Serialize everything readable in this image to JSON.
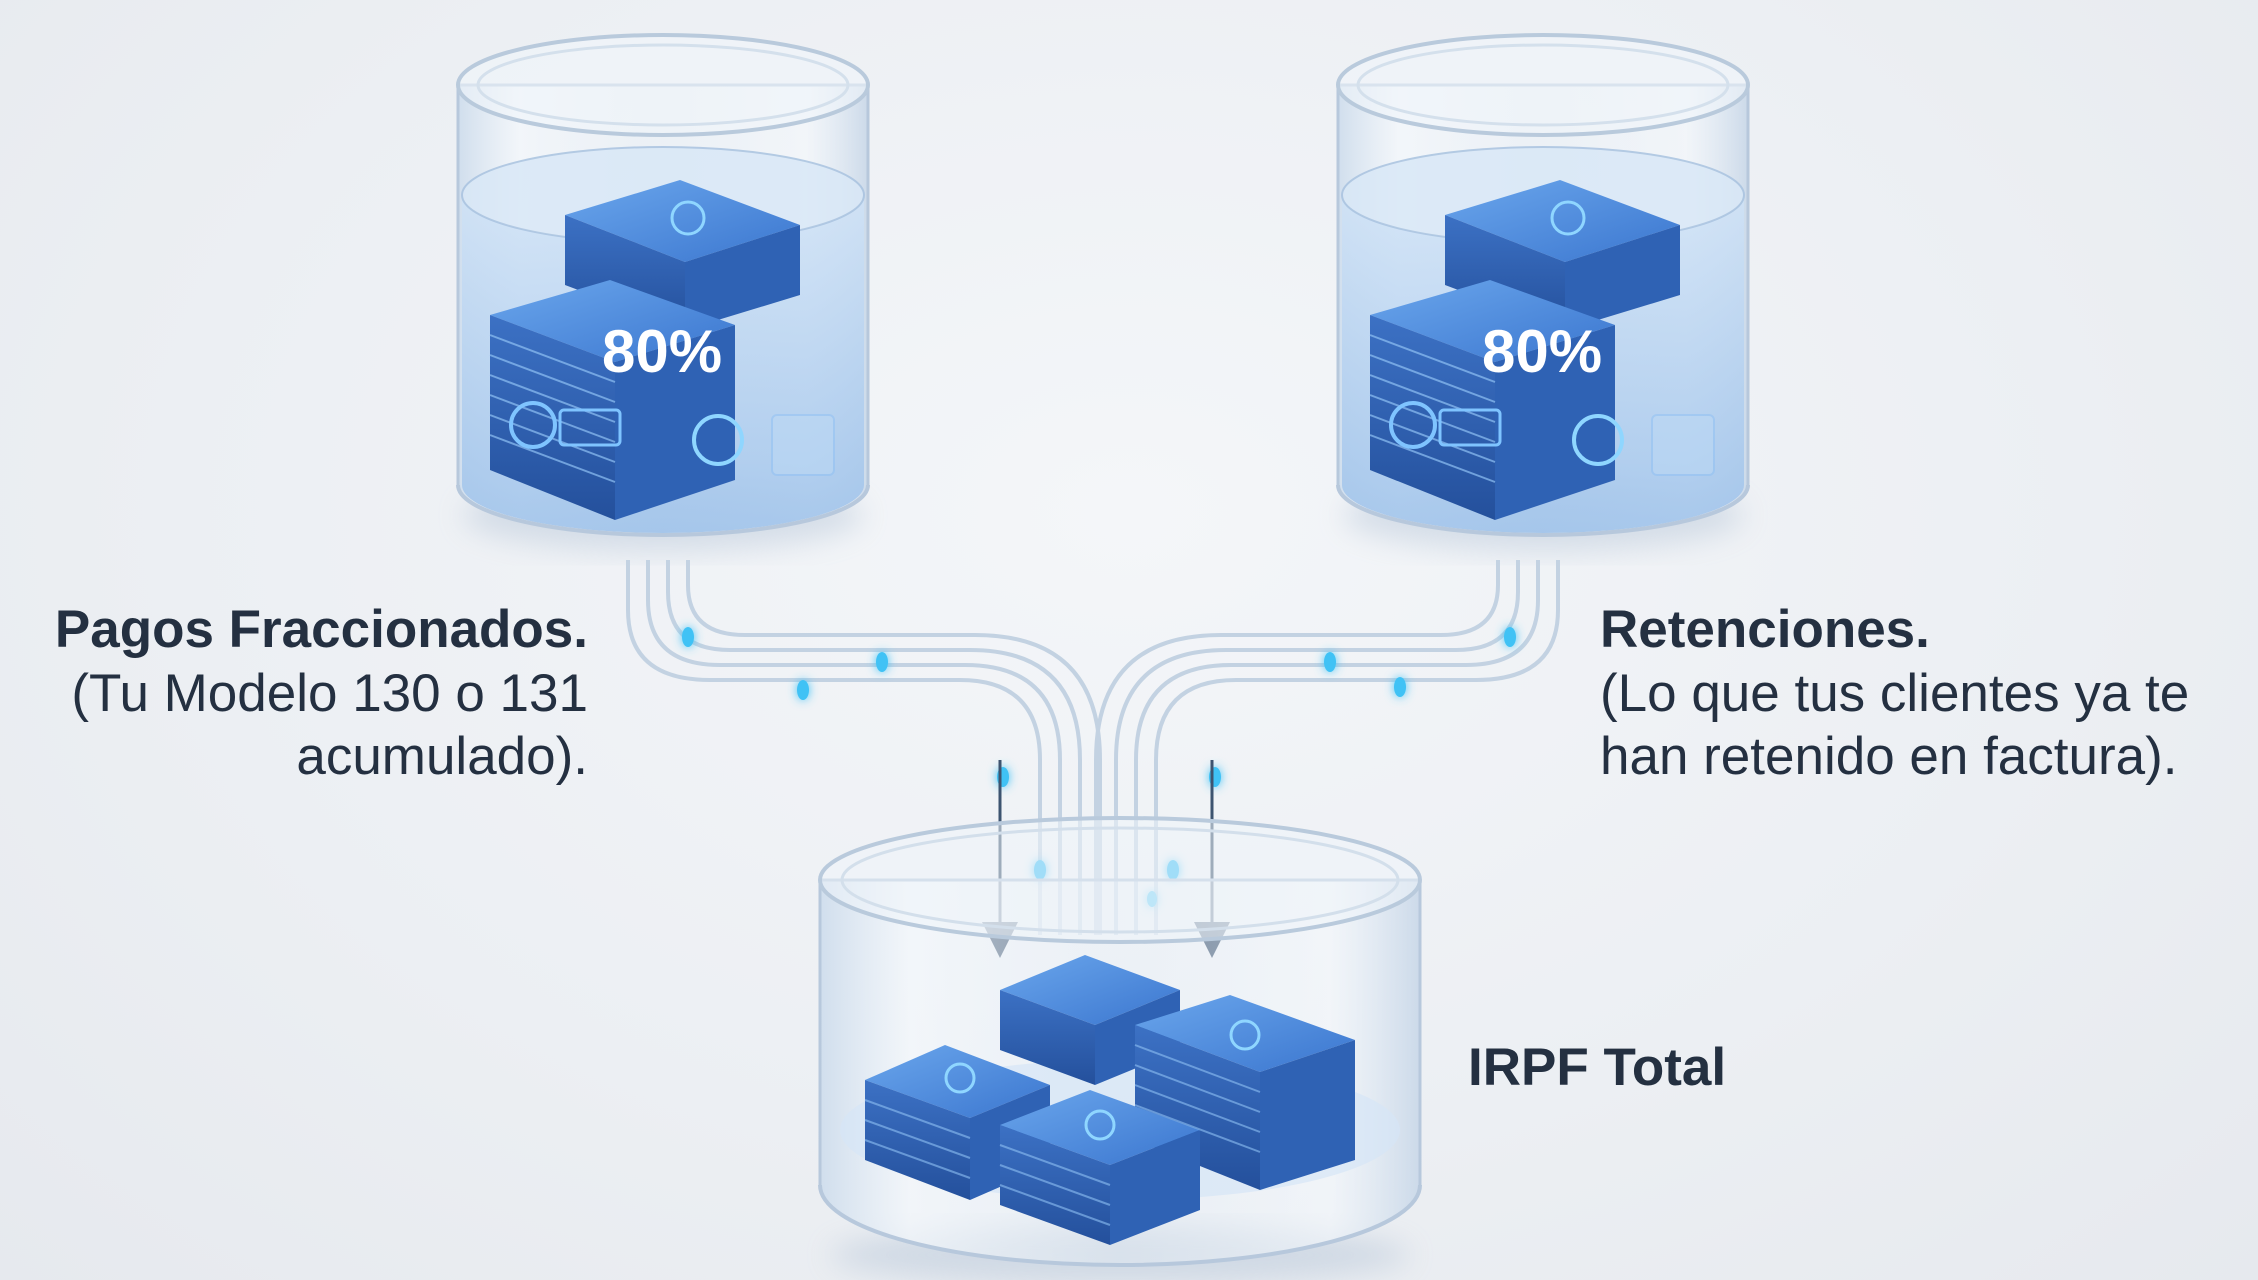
{
  "tanks": {
    "left": {
      "percent": "80%"
    },
    "right": {
      "percent": "80%"
    }
  },
  "labels": {
    "left": {
      "title": "Pagos Fraccionados.",
      "desc_line1": "(Tu Modelo 130 o 131",
      "desc_line2": "acumulado)."
    },
    "right": {
      "title": "Retenciones.",
      "desc_line1": "(Lo que tus clientes ya te",
      "desc_line2": "han retenido en factura)."
    },
    "bottom": {
      "title": "IRPF Total"
    }
  },
  "colors": {
    "text": "#243041",
    "glass": "#dfe9f4",
    "water": "#a8c8ec",
    "money": "#3f7fd6",
    "glow": "#3fc2f5"
  }
}
